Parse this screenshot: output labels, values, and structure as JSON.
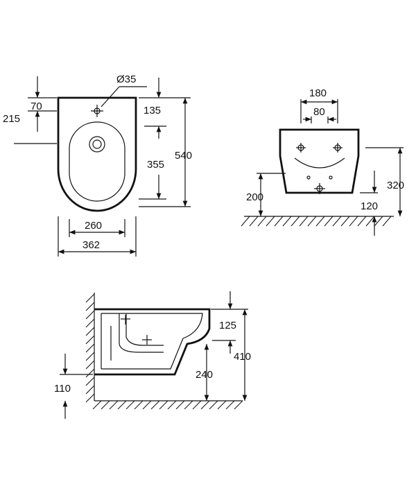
{
  "top_view": {
    "hole_diameter": "Ø35",
    "dim_70": "70",
    "dim_215": "215",
    "dim_135": "135",
    "dim_355": "355",
    "dim_540": "540",
    "dim_260": "260",
    "dim_362": "362"
  },
  "front_view": {
    "dim_180": "180",
    "dim_80": "80",
    "dim_200": "200",
    "dim_320": "320",
    "dim_120": "120"
  },
  "side_view": {
    "dim_125": "125",
    "dim_410": "410",
    "dim_240": "240",
    "dim_110": "110"
  }
}
